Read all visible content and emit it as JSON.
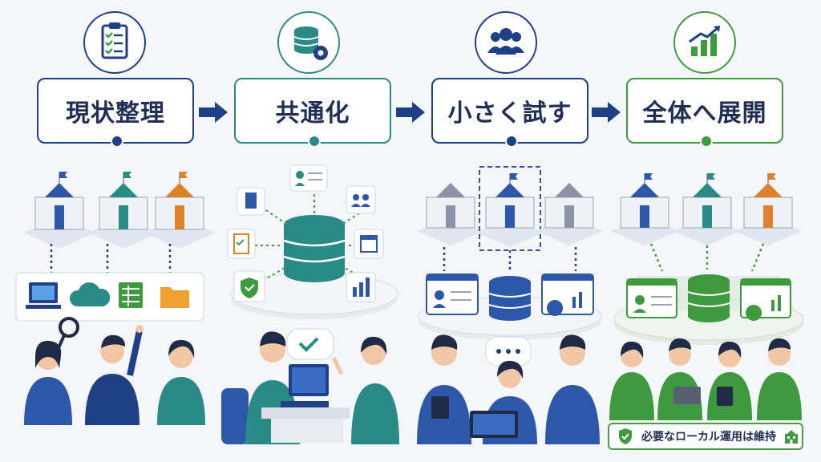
{
  "stages": [
    {
      "label": "現状整理",
      "icon": "clipboard-checklist-icon",
      "color": "#1f3f86"
    },
    {
      "label": "共通化",
      "icon": "database-gear-icon",
      "color": "#2a8a86"
    },
    {
      "label": "小さく試す",
      "icon": "team-people-icon",
      "color": "#1f3f86"
    },
    {
      "label": "全体へ展開",
      "icon": "growth-chart-icon",
      "color": "#3f9a3f"
    }
  ],
  "badge": {
    "label": "必要なローカル運用は維持",
    "icon": "shield-check-icon"
  },
  "colors": {
    "navy": "#1f3f86",
    "teal": "#2a8a86",
    "green": "#3f9a3f",
    "orange": "#e0822a",
    "bg": "#f4f6fa"
  }
}
